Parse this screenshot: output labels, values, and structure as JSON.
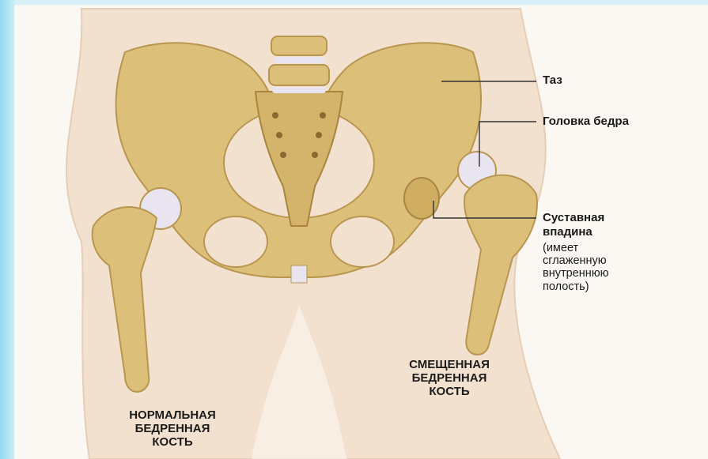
{
  "labels": {
    "pelvis": "Таз",
    "femoral_head": "Головка бедра",
    "socket_title_line1": "Суставная",
    "socket_title_line2": "впадина",
    "socket_desc": [
      "(имеет",
      "сглаженную",
      "внутреннюю",
      "полость)"
    ]
  },
  "captions": {
    "normal": [
      "НОРМАЛЬНАЯ",
      "БЕДРЕННАЯ",
      "КОСТЬ"
    ],
    "displaced": [
      "СМЕЩЕННАЯ",
      "БЕДРЕННАЯ",
      "КОСТЬ"
    ]
  },
  "colors": {
    "bone": "#dcc07a",
    "bone_shadow": "#b99650",
    "cartilage": "#e8e4f0",
    "skin": "#f3e1cf",
    "background": "#fbf7f2",
    "leader_line": "#333333"
  }
}
